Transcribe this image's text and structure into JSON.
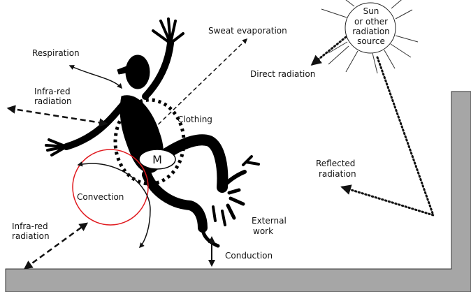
{
  "labels": {
    "respiration": "Respiration",
    "infrared_top_line1": "Infra-red",
    "infrared_top_line2": "radiation",
    "sweat": "Sweat evaporation",
    "sun_line1": "Sun",
    "sun_line2": "or other",
    "sun_line3": "radiation",
    "sun_line4": "source",
    "direct": "Direct radiation",
    "clothing": "Clothing",
    "metabolism": "M",
    "reflected_line1": "Reflected",
    "reflected_line2": "radiation",
    "convection": "Convection",
    "external_line1": "External",
    "external_line2": "work",
    "infrared_bottom_line1": "Infra-red",
    "infrared_bottom_line2": "radiation",
    "conduction": "Conduction"
  },
  "colors": {
    "ground": "#a6a6a6",
    "figure": "#000000",
    "convection_circle": "#e0191e",
    "line": "#111111"
  }
}
